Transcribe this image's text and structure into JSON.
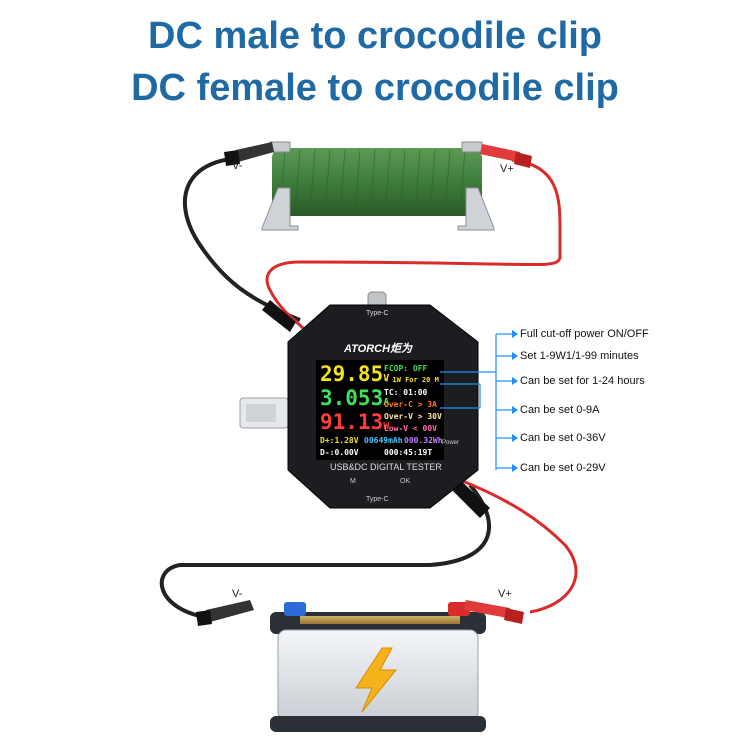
{
  "title": {
    "line1": "DC male to crocodile clip",
    "line2": "DC female to crocodile clip"
  },
  "clip_labels": {
    "top_neg": "V-",
    "top_pos": "V+",
    "bottom_neg": "V-",
    "bottom_pos": "V+"
  },
  "device": {
    "brand": "ATORCH",
    "brand_cn": "炬为",
    "footer": "USB&DC DIGITAL TESTER",
    "port_top": "Type-C",
    "port_bottom": "Type-C",
    "button_m": "M",
    "button_ok": "OK",
    "power": "Power"
  },
  "screen": {
    "voltage": "29.85",
    "voltage_unit": "V",
    "current": "3.053",
    "current_unit": "A",
    "power": "91.13",
    "power_unit": "W",
    "fcop": "FCOP: OFF",
    "row2": "< 1W For 20 M",
    "tc": "TC:   01:00",
    "over_c": "Over-C > 3A",
    "over_v": "Over-V > 30V",
    "low_v": "Low-V < 00V",
    "dplus": "D+:1.28V",
    "dminus": "D-:0.00V",
    "mah": "00649mAh",
    "wh": "000.32Wh",
    "time": "000:45:19T"
  },
  "annotations": [
    "Full cut-off power ON/OFF",
    "Set 1-9W1/1-99 minutes",
    "Can be set for 1-24 hours",
    "Can be set 0-9A",
    "Can be set 0-36V",
    "Can be set 0-29V"
  ],
  "colors": {
    "title": "#1f6aa5",
    "annotation_line": "#1e90ff",
    "red_wire": "#d92b2b",
    "black_wire": "#222222",
    "resistor": "#3e7d3a"
  },
  "icons": [
    "lightning-bolt-icon"
  ]
}
